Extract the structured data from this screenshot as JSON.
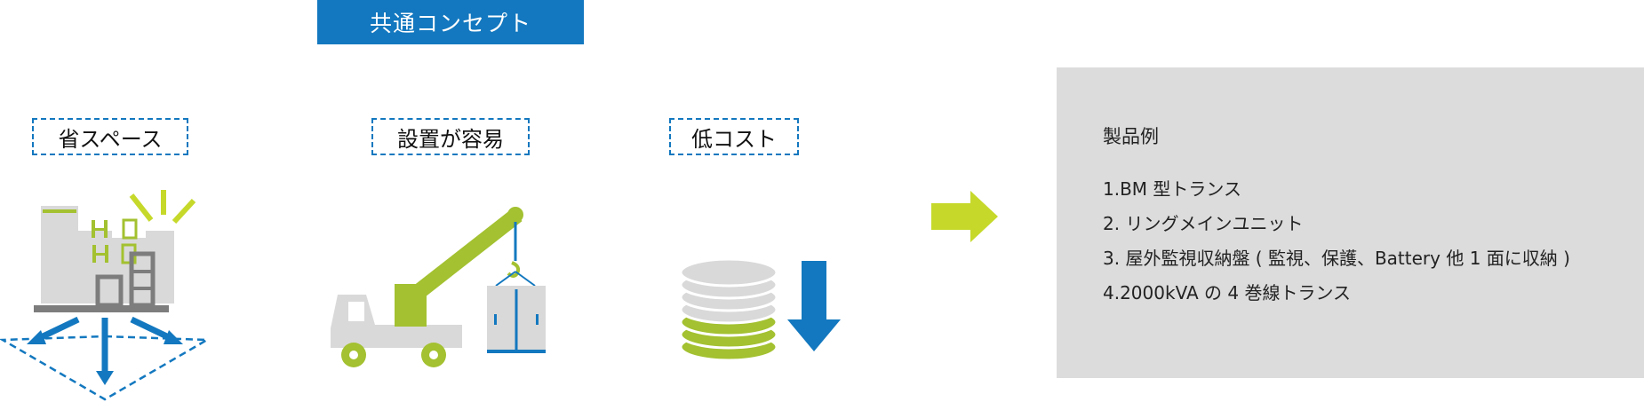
{
  "banner": {
    "title": "共通コンセプト"
  },
  "concepts": [
    {
      "label": "省スペース",
      "icon": "substation-footprint-icon"
    },
    {
      "label": "設置が容易",
      "icon": "crane-truck-icon"
    },
    {
      "label": "低コスト",
      "icon": "coin-stack-down-icon"
    }
  ],
  "arrow": {
    "icon": "right-arrow-icon"
  },
  "products": {
    "title": "製品例",
    "items": [
      "1.BM 型トランス",
      "2. リングメインユニット",
      "3. 屋外監視収納盤 ( 監視、保護、Battery 他 1 面に収納 )",
      "4.2000kVA の 4 巻線トランス"
    ]
  },
  "colors": {
    "blue": "#1378bf",
    "green": "#a3c130",
    "lime": "#c6d92b",
    "gray": "#d9d9d9",
    "dark_gray": "#7d7d7d",
    "panel": "#dcdcdc"
  }
}
